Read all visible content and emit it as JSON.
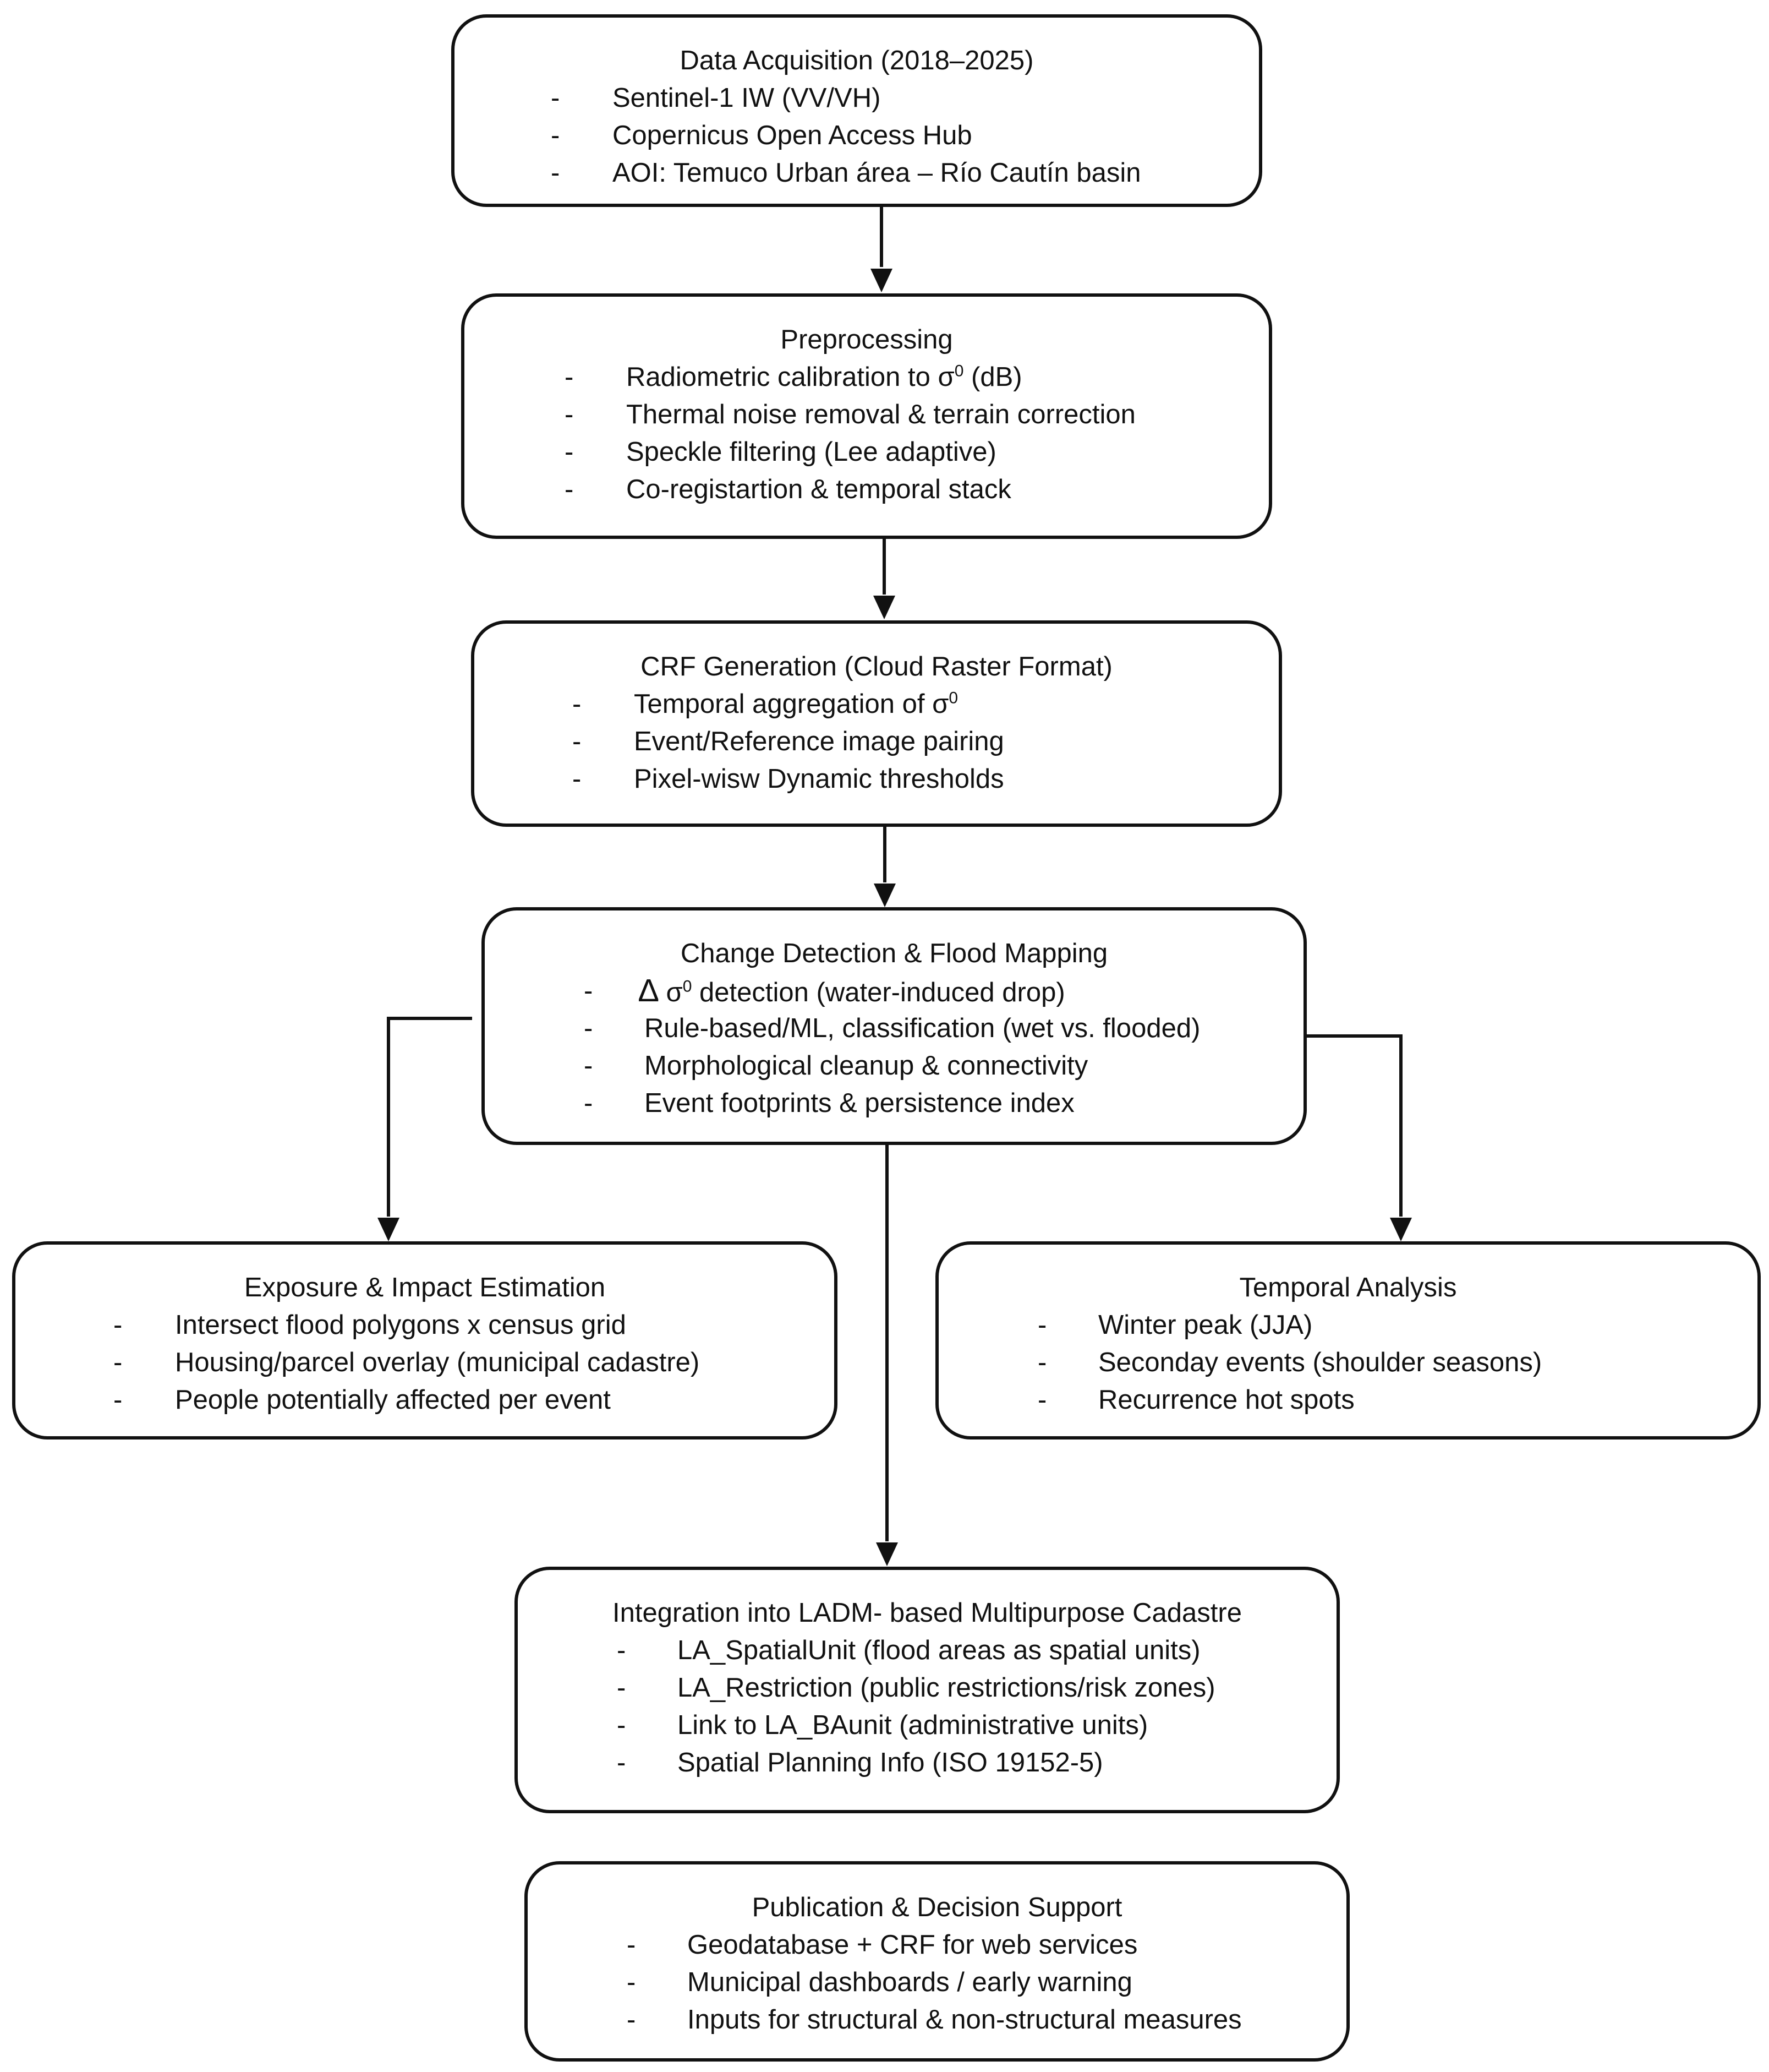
{
  "boxes": {
    "acquisition": {
      "title": "Data Acquisition (2018–2025)",
      "items": [
        "Sentinel-1 IW (VV/VH)",
        "Copernicus Open Access Hub",
        "AOI: Temuco Urban área – Río Cautín basin"
      ]
    },
    "preprocessing": {
      "title": "Preprocessing",
      "items": [
        "Radiometric calibration to σ",
        "Thermal noise removal & terrain correction",
        "Speckle filtering (Lee adaptive)",
        "Co-registartion & temporal stack"
      ],
      "item0_sup": "0",
      "item0_suffix": " (dB)"
    },
    "crf": {
      "title": "CRF Generation (Cloud Raster Format)",
      "items": [
        "Temporal aggregation of σ",
        "Event/Reference image pairing",
        "Pixel-wisw Dynamic thresholds"
      ],
      "item0_sup": "0"
    },
    "change_detection": {
      "title": "Change Detection & Flood Mapping",
      "items": [
        "σ",
        "Rule-based/ML, classification (wet vs. flooded)",
        "Morphological cleanup & connectivity",
        "Event footprints & persistence index"
      ],
      "item0_symbol": "∆",
      "item0_sup": "0",
      "item0_suffix": " detection (water-induced drop)"
    },
    "exposure": {
      "title": "Exposure & Impact Estimation",
      "items": [
        "Intersect flood polygons x census grid",
        "Housing/parcel overlay (municipal cadastre)",
        "People potentially affected per event"
      ]
    },
    "temporal": {
      "title": "Temporal Analysis",
      "items": [
        "Winter peak (JJA)",
        "Seconday events (shoulder seasons)",
        "Recurrence hot spots"
      ]
    },
    "ladm": {
      "title": "Integration into LADM- based Multipurpose Cadastre",
      "items": [
        "LA_SpatialUnit (flood areas as spatial units)",
        "LA_Restriction (public restrictions/risk zones)",
        "Link to LA_BAunit (administrative units)",
        "Spatial Planning Info (ISO 19152-5)"
      ]
    },
    "publication": {
      "title": "Publication & Decision Support",
      "items": [
        "Geodatabase + CRF for web services",
        "Municipal dashboards / early warning",
        "Inputs for structural & non-structural measures"
      ]
    }
  },
  "bullet": "-",
  "colors": {
    "stroke": "#111111",
    "background": "#ffffff"
  }
}
